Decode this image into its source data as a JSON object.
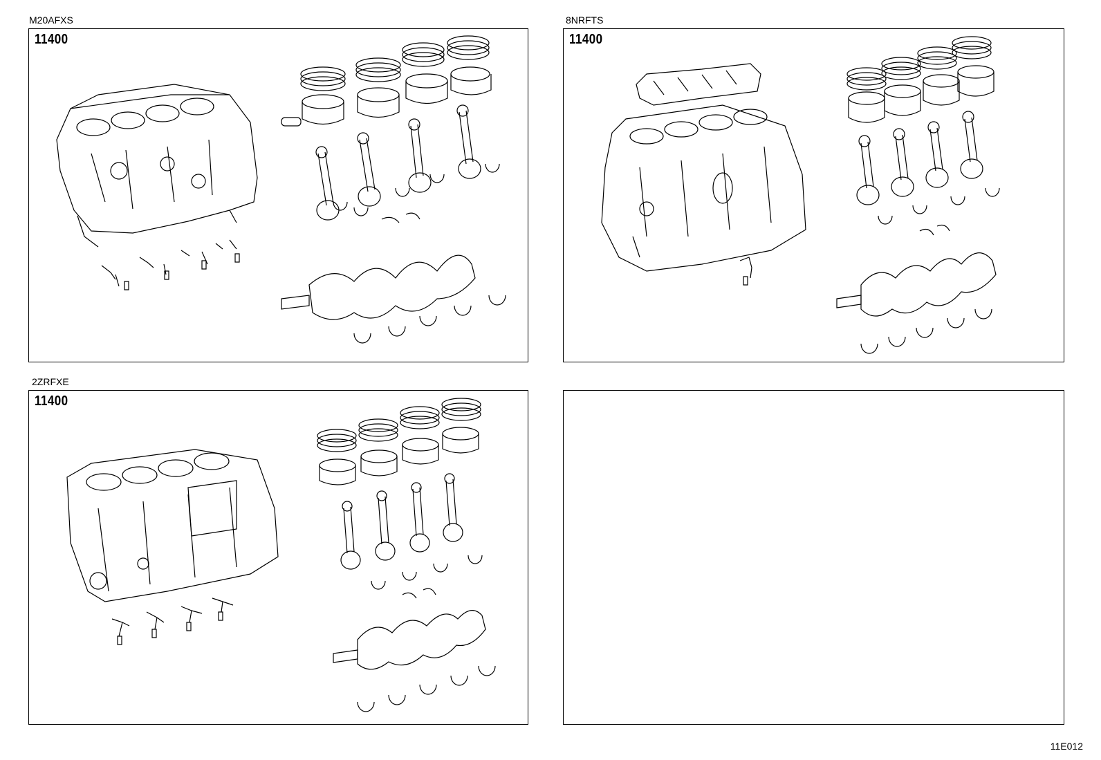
{
  "diagrams": [
    {
      "engine_code": "M20AFXS",
      "part_number": "11400"
    },
    {
      "engine_code": "8NRFTS",
      "part_number": "11400"
    },
    {
      "engine_code": "2ZRFXE",
      "part_number": "11400"
    },
    {
      "engine_code": "",
      "part_number": ""
    }
  ],
  "illustration_code": "11E012"
}
